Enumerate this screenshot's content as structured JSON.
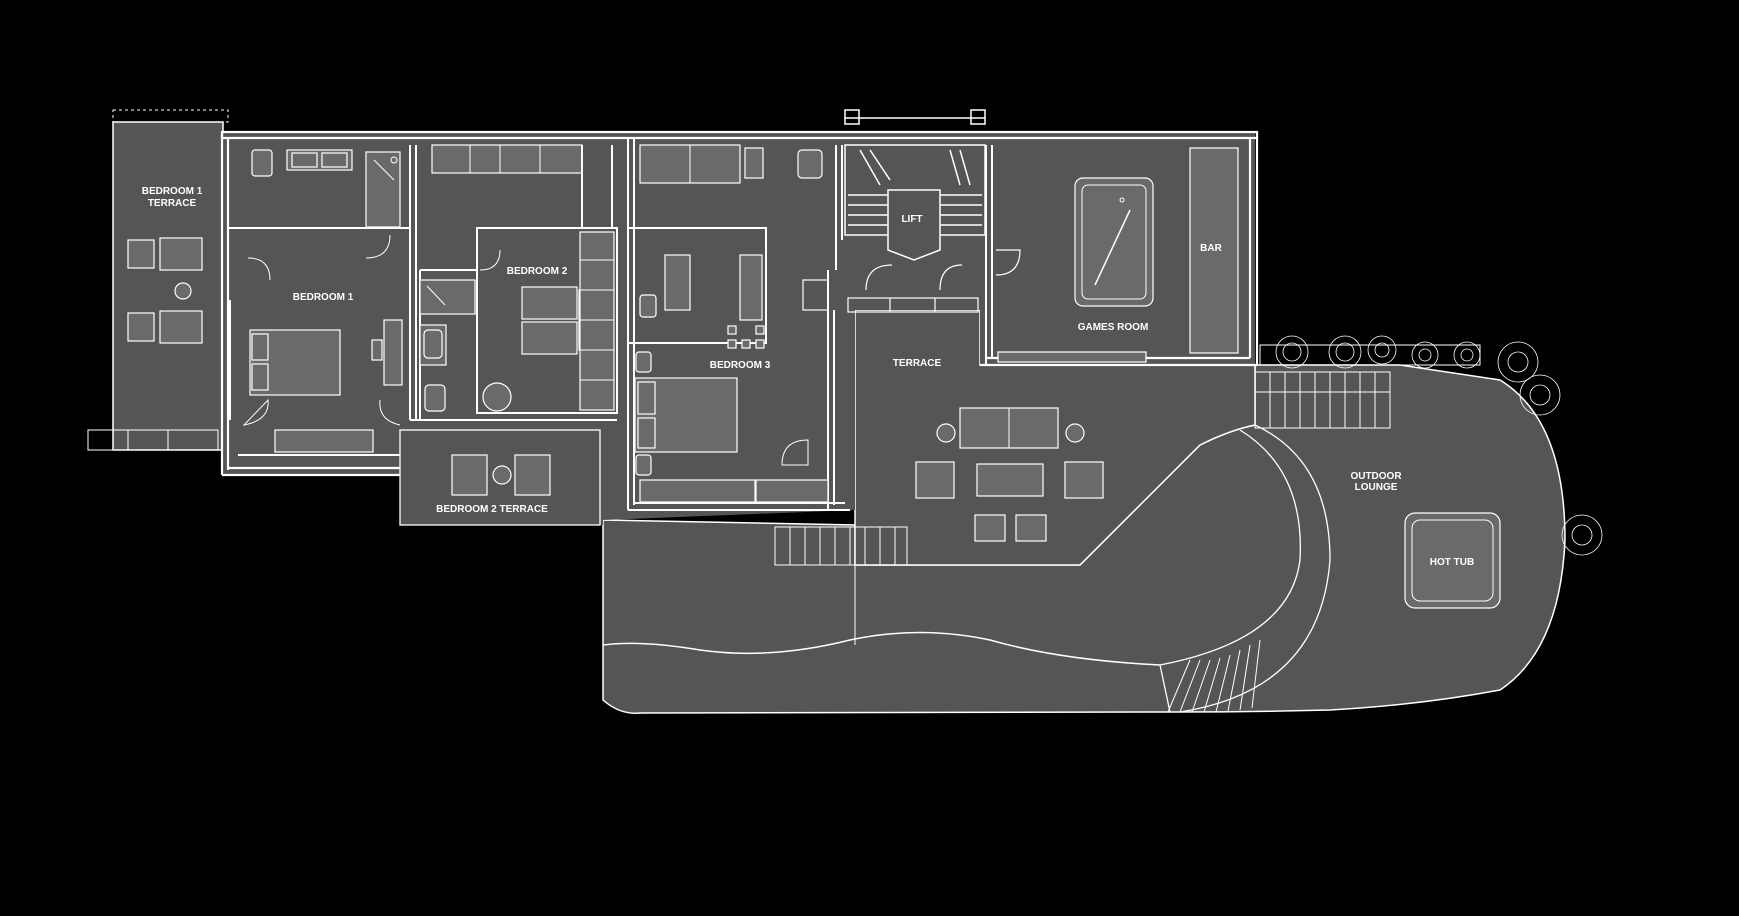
{
  "plan": {
    "rooms": {
      "bedroom1_terrace_line1": "BEDROOM 1",
      "bedroom1_terrace_line2": "TERRACE",
      "bedroom1": "BEDROOM 1",
      "bedroom2": "BEDROOM 2",
      "bedroom3": "BEDROOM 3",
      "lift": "LIFT",
      "games_room": "GAMES ROOM",
      "bar": "BAR",
      "terrace": "TERRACE",
      "outdoor_lounge_line1": "OUTDOOR",
      "outdoor_lounge_line2": "LOUNGE",
      "hot_tub": "HOT TUB",
      "bedroom2_terrace": "BEDROOM 2 TERRACE"
    },
    "colors": {
      "background": "#000000",
      "floor": "#555555",
      "lines": "#ffffff"
    }
  }
}
